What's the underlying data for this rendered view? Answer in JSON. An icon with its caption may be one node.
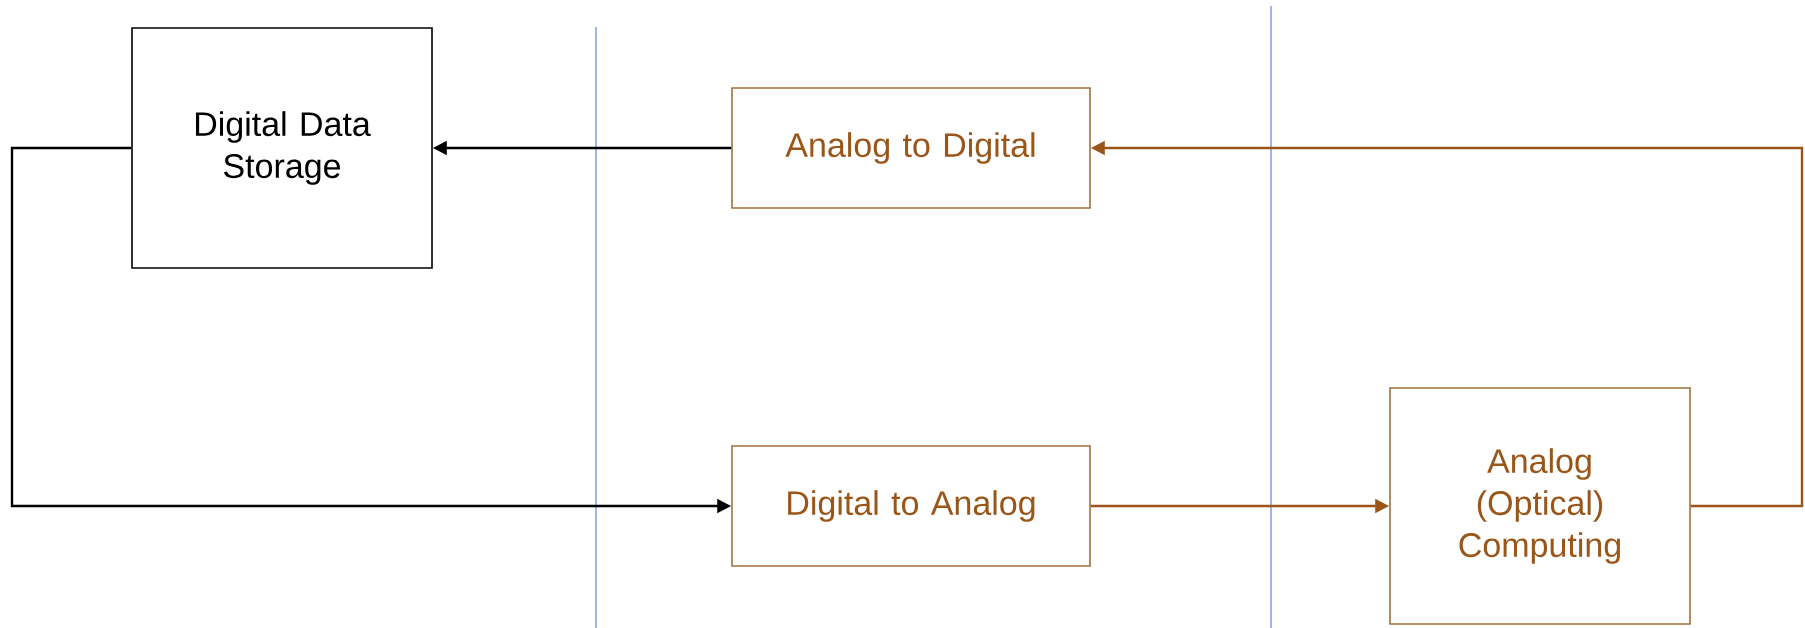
{
  "diagram": {
    "nodes": [
      {
        "text": [
          "Digital Data Storage"
        ]
      },
      {
        "text": [
          "Analog to Digital"
        ]
      },
      {
        "text": [
          "Digital to Analog"
        ]
      },
      {
        "text": [
          "Analog (Optical) Computing"
        ]
      }
    ],
    "edges": [
      {
        "from": 1,
        "to": 0,
        "arrow": "to"
      },
      {
        "from": 0,
        "to": 2,
        "arrow": "to"
      },
      {
        "from": 2,
        "to": 3,
        "arrow": "to",
        "color": "#9a5518"
      },
      {
        "from": 3,
        "to": 1,
        "arrow": "to",
        "color": "#9a5518"
      }
    ]
  }
}
